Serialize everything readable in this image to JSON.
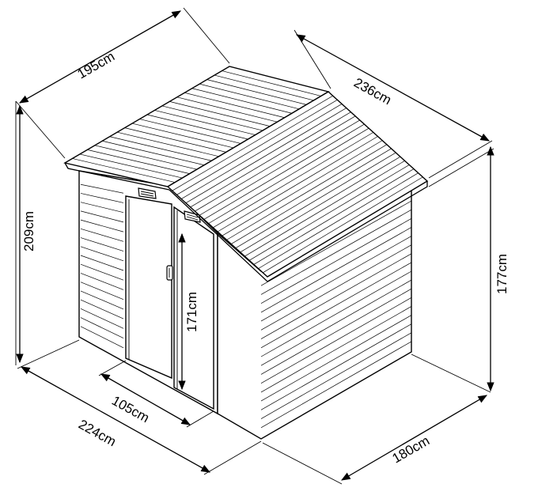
{
  "dimensions": {
    "roof_width": "195cm",
    "roof_depth": "236cm",
    "total_height": "209cm",
    "side_height": "177cm",
    "door_height": "171cm",
    "door_width": "105cm",
    "front_width": "224cm",
    "side_depth": "180cm"
  }
}
